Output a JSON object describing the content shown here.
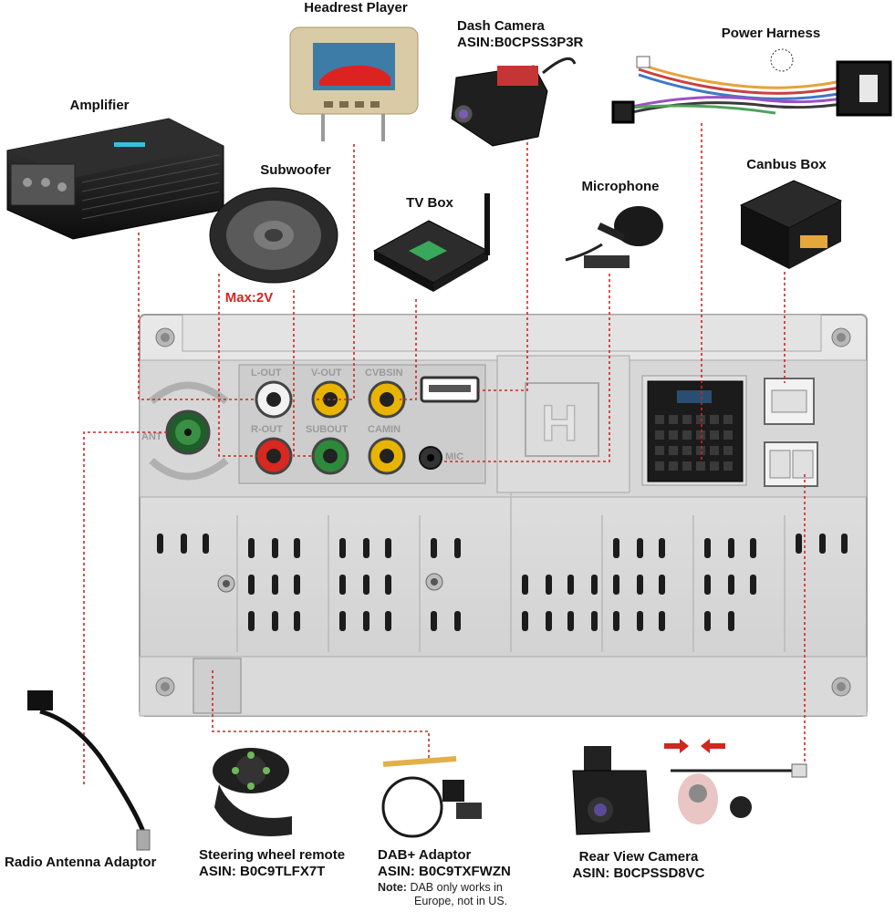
{
  "components": {
    "headrest_player": {
      "label": "Headrest Player"
    },
    "dash_camera": {
      "label": "Dash Camera",
      "asin": "ASIN:B0CPSS3P3R"
    },
    "power_harness": {
      "label": "Power Harness"
    },
    "amplifier": {
      "label": "Amplifier"
    },
    "subwoofer": {
      "label": "Subwoofer",
      "note": "Max:2V"
    },
    "tv_box": {
      "label": "TV Box"
    },
    "microphone": {
      "label": "Microphone"
    },
    "canbus_box": {
      "label": "Canbus Box"
    },
    "radio_antenna": {
      "label": "Radio Antenna Adaptor"
    },
    "steering_remote": {
      "label": "Steering wheel remote",
      "asin": "ASIN: B0C9TLFX7T"
    },
    "dab_adaptor": {
      "label": "DAB+ Adaptor",
      "asin": "ASIN: B0C9TXFWZN",
      "note_label": "Note:",
      "note_text_1": "DAB only works in",
      "note_text_2": "Europe, not in US."
    },
    "rear_camera": {
      "label": "Rear View Camera",
      "asin": "ASIN: B0CPSSD8VC"
    }
  },
  "ports": {
    "l_out": "L-OUT",
    "v_out": "V-OUT",
    "cvbsin": "CVBSIN",
    "r_out": "R-OUT",
    "subout": "SUBOUT",
    "camin": "CAMIN",
    "mic": "MIC",
    "ant": "ANT",
    "h_mark": "H"
  },
  "colors": {
    "connector_line": "#d0271f",
    "panel": "#dcdcdc",
    "rca_white": "#f2f2f2",
    "rca_yellow": "#e8b400",
    "rca_red": "#d8281f",
    "rca_green": "#2c8a3a"
  }
}
